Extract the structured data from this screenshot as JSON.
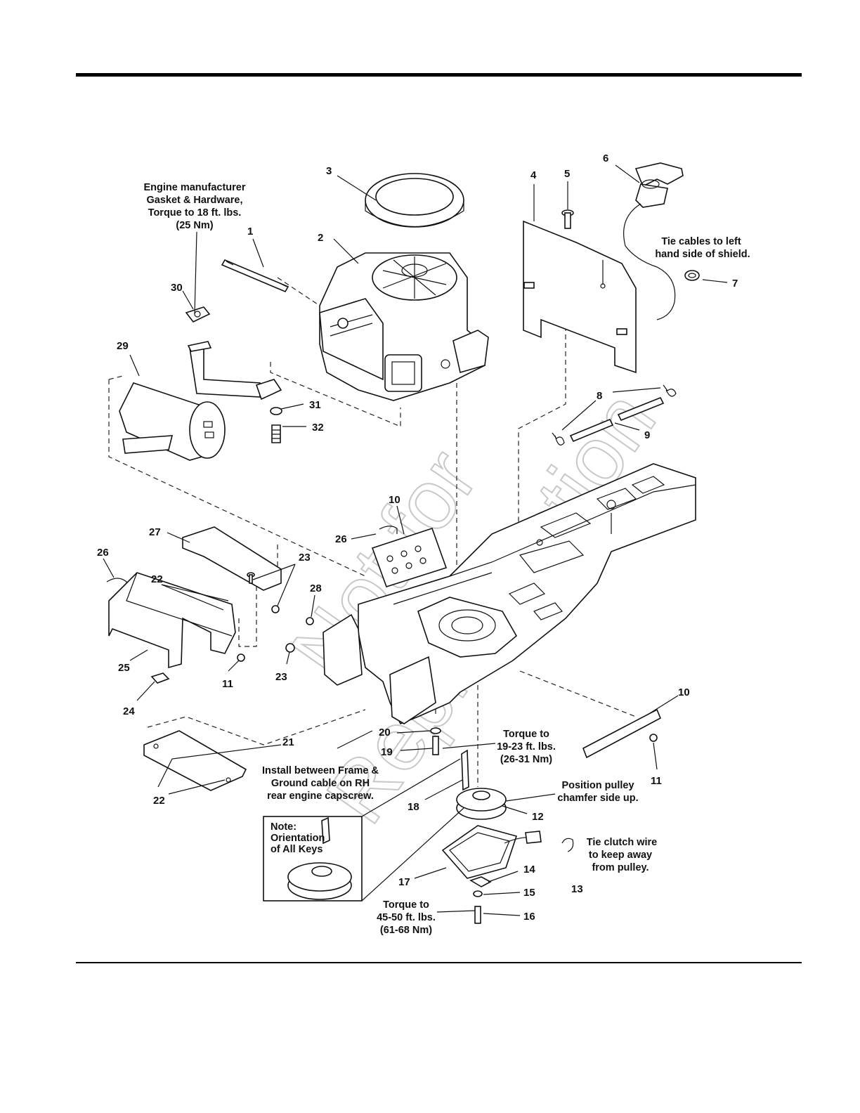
{
  "watermark": {
    "line1": "Not for",
    "line2": "Reproduction"
  },
  "callouts": {
    "c1": "1",
    "c2": "2",
    "c3": "3",
    "c4": "4",
    "c5": "5",
    "c6": "6",
    "c7": "7",
    "c8": "8",
    "c9": "9",
    "c10a": "10",
    "c10b": "10",
    "c11a": "11",
    "c11b": "11",
    "c12": "12",
    "c13": "13",
    "c14": "14",
    "c15": "15",
    "c16": "16",
    "c17": "17",
    "c18": "18",
    "c19": "19",
    "c20": "20",
    "c21": "21",
    "c22a": "22",
    "c22b": "22",
    "c23a": "23",
    "c23b": "23",
    "c24": "24",
    "c25": "25",
    "c26a": "26",
    "c26b": "26",
    "c27": "27",
    "c28": "28",
    "c29": "29",
    "c30": "30",
    "c31": "31",
    "c32": "32"
  },
  "notes": {
    "engine_gasket": [
      "Engine manufacturer",
      "Gasket & Hardware,",
      "Torque to 18 ft. lbs.",
      "(25 Nm)"
    ],
    "tie_cables": [
      "Tie cables to left",
      "hand side of shield."
    ],
    "torque_19_23": [
      "Torque to",
      "19-23 ft. lbs.",
      "(26-31 Nm)"
    ],
    "position_pulley": [
      "Position pulley",
      "chamfer side up."
    ],
    "install_between": [
      "Install between Frame &",
      "Ground cable on RH",
      "rear engine capscrew."
    ],
    "tie_clutch": [
      "Tie clutch wire",
      "to keep away",
      "from pulley."
    ],
    "torque_45_50": [
      "Torque to",
      "45-50 ft. lbs.",
      "(61-68 Nm)"
    ],
    "key_orientation": [
      "Note:",
      "Orientation",
      "of All Keys"
    ]
  }
}
